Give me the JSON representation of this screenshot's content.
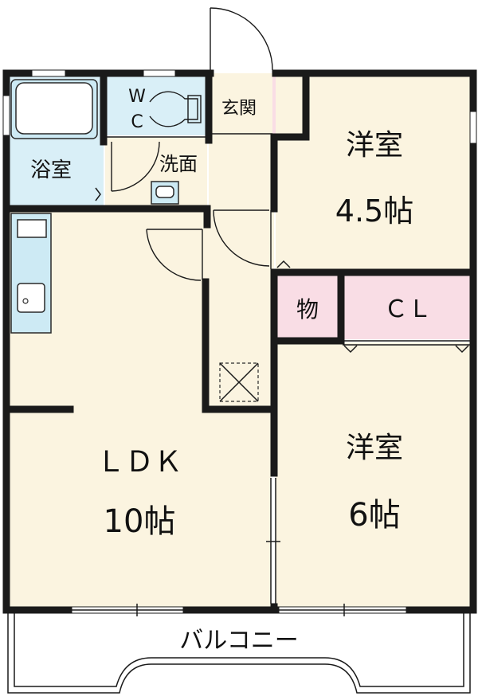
{
  "colors": {
    "wall": "#1a1a1a",
    "living_floor": "#fbf4e0",
    "wet_area_floor": "#d9eff7",
    "storage_floor": "#f9dde5",
    "balcony_floor": "#ffffff"
  },
  "icons": [
    "bathtub-icon",
    "toilet-icon",
    "sink-icon",
    "kitchen-counter-icon",
    "ventilation-icon",
    "door-swing-icon"
  ],
  "rooms": {
    "bath": "浴室",
    "washroom": "洗面",
    "wc_line1": "W",
    "wc_line2": "C",
    "entrance": "玄関",
    "western1_name": "洋室",
    "western1_size": "4.5帖",
    "storage": "物",
    "closet": "ＣＬ",
    "ldk_name": "ＬＤＫ",
    "ldk_size": "10帖",
    "western2_name": "洋室",
    "western2_size": "6帖",
    "balcony": "バルコニー"
  }
}
